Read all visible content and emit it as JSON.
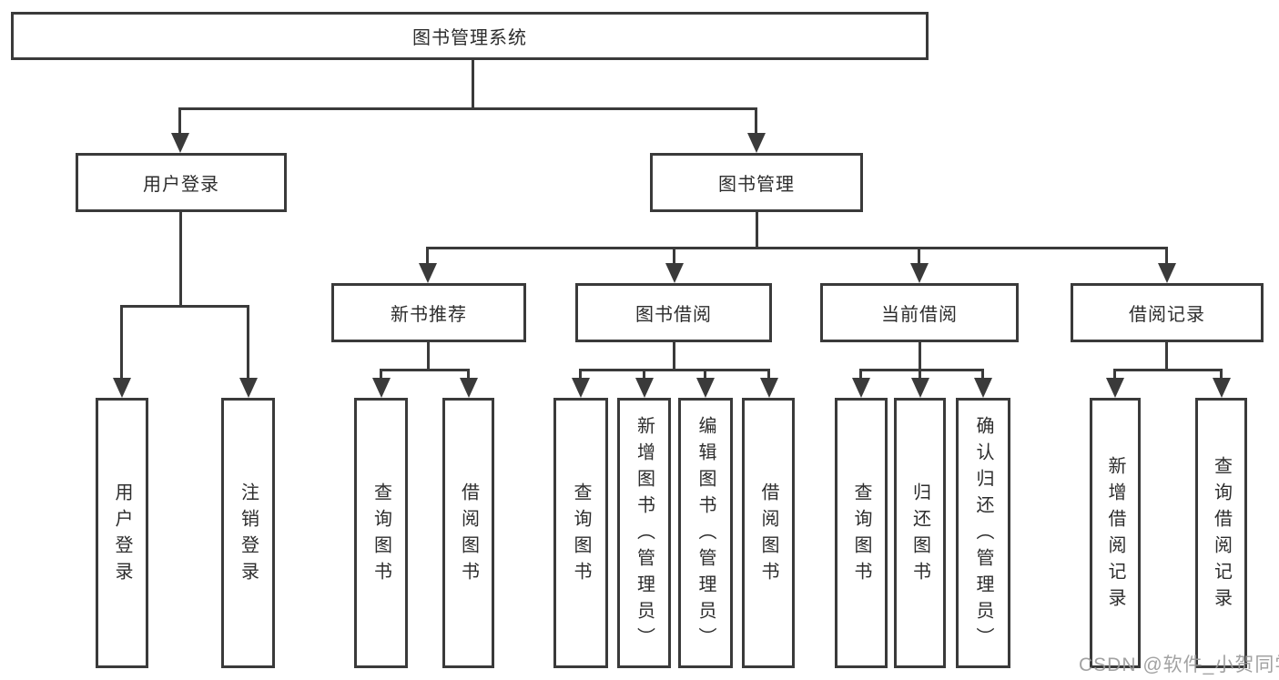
{
  "diagram": {
    "title": "图书管理系统",
    "colors": {
      "line": "#3a3a3a",
      "box_border": "#3a3a3a",
      "box_bg": "#ffffff",
      "text": "#2d2d2d",
      "watermark": "#989898",
      "background": "#ffffff"
    },
    "tree": {
      "root": {
        "label": "图书管理系统"
      },
      "branches": [
        {
          "label": "用户登录",
          "children": [
            {
              "label": "用户登录"
            },
            {
              "label": "注销登录"
            }
          ]
        },
        {
          "label": "图书管理",
          "children": [
            {
              "label": "新书推荐",
              "children": [
                {
                  "label": "查询图书"
                },
                {
                  "label": "借阅图书"
                }
              ]
            },
            {
              "label": "图书借阅",
              "children": [
                {
                  "label": "查询图书"
                },
                {
                  "label": "新增图书（管理员）"
                },
                {
                  "label": "编辑图书（管理员）"
                },
                {
                  "label": "借阅图书"
                }
              ]
            },
            {
              "label": "当前借阅",
              "children": [
                {
                  "label": "查询图书"
                },
                {
                  "label": "归还图书"
                },
                {
                  "label": "确认归还（管理员）"
                }
              ]
            },
            {
              "label": "借阅记录",
              "children": [
                {
                  "label": "新增借阅记录"
                },
                {
                  "label": "查询借阅记录"
                }
              ]
            }
          ]
        }
      ]
    },
    "watermark": {
      "label": "CSDN @软件_小贺同学"
    }
  }
}
